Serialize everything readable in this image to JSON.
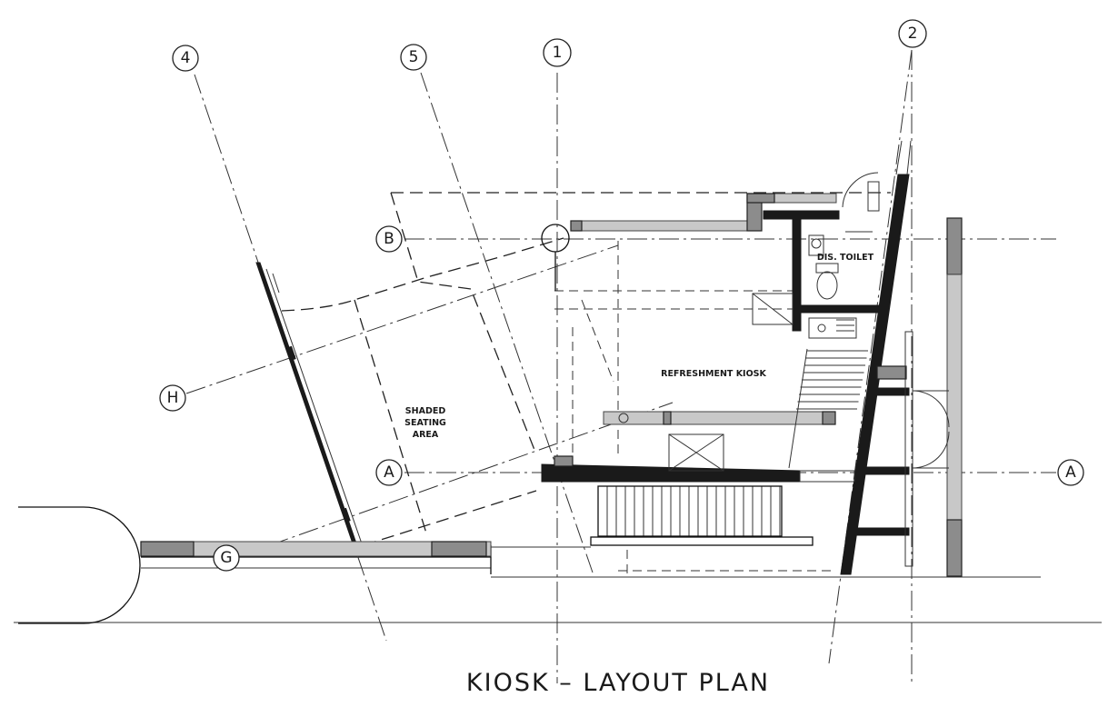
{
  "drawing": {
    "title": "KIOSK  –  LAYOUT  PLAN"
  },
  "grid_bubbles": {
    "four": "4",
    "five": "5",
    "one": "1",
    "two": "2",
    "b": "B",
    "h": "H",
    "a_left": "A",
    "a_right": "A",
    "g": "G"
  },
  "rooms": {
    "toilet": "DIS. TOILET",
    "kiosk": "REFRESHMENT KIOSK",
    "seating_line1": "SHADED",
    "seating_line2": "SEATING",
    "seating_line3": "AREA"
  }
}
